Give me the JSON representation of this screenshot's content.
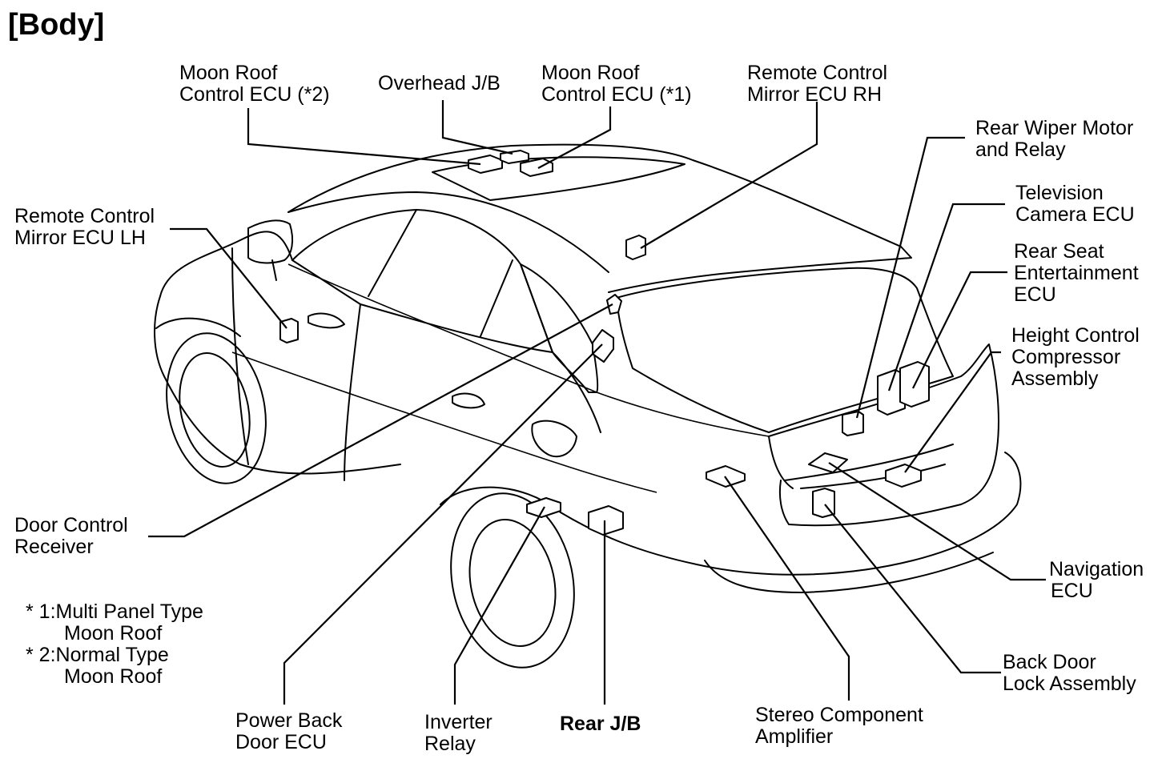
{
  "title": "[Body]",
  "labels": {
    "moon_roof_ecu_2": [
      "Moon Roof",
      "Control ECU (*2)"
    ],
    "overhead_jb": [
      "Overhead J/B"
    ],
    "moon_roof_ecu_1": [
      "Moon Roof",
      "Control ECU (*1)"
    ],
    "remote_mirror_rh": [
      "Remote Control",
      "Mirror ECU RH"
    ],
    "rear_wiper": [
      "Rear Wiper Motor",
      "and Relay"
    ],
    "tv_camera": [
      "Television",
      "Camera ECU"
    ],
    "rear_seat_ent": [
      "Rear Seat",
      "Entertainment",
      "ECU"
    ],
    "height_control": [
      "Height Control",
      "Compressor",
      "Assembly"
    ],
    "remote_mirror_lh": [
      "Remote Control",
      "Mirror ECU LH"
    ],
    "door_control": [
      "Door Control",
      "Receiver"
    ],
    "navigation": [
      "Navigation",
      "ECU"
    ],
    "back_door_lock": [
      "Back Door",
      "Lock Assembly"
    ],
    "stereo_amp": [
      "Stereo Component",
      "Amplifier"
    ],
    "rear_jb": [
      "Rear J/B"
    ],
    "inverter_relay": [
      "Inverter",
      "Relay"
    ],
    "power_back_door": [
      "Power Back",
      "Door ECU"
    ]
  },
  "notes": {
    "note1_line1": "* 1:Multi Panel Type",
    "note1_line2": "Moon Roof",
    "note2_line1": "* 2:Normal Type",
    "note2_line2": "Moon Roof"
  }
}
